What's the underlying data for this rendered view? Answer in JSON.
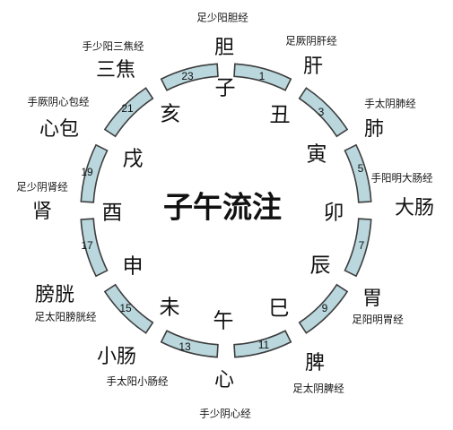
{
  "title": "子午流注",
  "hours": [
    "1",
    "3",
    "5",
    "7",
    "9",
    "11",
    "13",
    "15",
    "17",
    "19",
    "21",
    "23"
  ],
  "branches": [
    "子",
    "丑",
    "寅",
    "卯",
    "辰",
    "巳",
    "午",
    "未",
    "申",
    "酉",
    "戌",
    "亥"
  ],
  "organs": [
    "胆",
    "肝",
    "肺",
    "大肠",
    "胃",
    "脾",
    "心",
    "小肠",
    "膀胱",
    "肾",
    "心包",
    "三焦"
  ],
  "meridians": [
    "足少阳胆经",
    "足厥阴肝经",
    "手太阴肺经",
    "手阳明大肠经",
    "足阳明胃经",
    "足太阴脾经",
    "手少阴心经",
    "手太阳小肠经",
    "足太阳膀胱经",
    "足少阴肾经",
    "手厥阴心包经",
    "手少阳三焦经"
  ],
  "colors": {
    "segment_fill": "#b9d7dd",
    "segment_stroke": "#3d3d3d",
    "text": "#111111"
  }
}
